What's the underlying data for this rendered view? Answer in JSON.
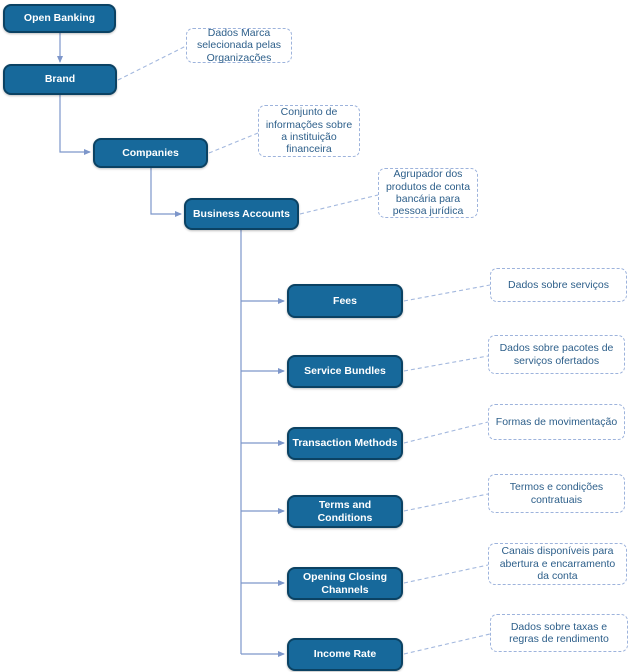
{
  "diagram": {
    "nodes": [
      {
        "id": "open-banking",
        "label": "Open Banking"
      },
      {
        "id": "brand",
        "label": "Brand"
      },
      {
        "id": "companies",
        "label": "Companies"
      },
      {
        "id": "business-accounts",
        "label": "Business Accounts"
      },
      {
        "id": "fees",
        "label": "Fees"
      },
      {
        "id": "service-bundles",
        "label": "Service Bundles"
      },
      {
        "id": "transaction-methods",
        "label": "Transaction Methods"
      },
      {
        "id": "terms-and-conditions",
        "label": "Terms and Conditions"
      },
      {
        "id": "opening-closing-channels",
        "label": "Opening Closing Channels"
      },
      {
        "id": "income-rate",
        "label": "Income Rate"
      }
    ],
    "annotations": [
      {
        "for": "Brand",
        "text": "Dados Marca selecionada pelas Organizações"
      },
      {
        "for": "Companies",
        "text": "Conjunto de informações sobre a instituição financeira"
      },
      {
        "for": "Business Accounts",
        "text": "Agrupador dos produtos de conta bancária para pessoa jurídica"
      },
      {
        "for": "Fees",
        "text": "Dados sobre serviços"
      },
      {
        "for": "Service Bundles",
        "text": "Dados sobre pacotes de serviços ofertados"
      },
      {
        "for": "Transaction Methods",
        "text": "Formas de movimentação"
      },
      {
        "for": "Terms and Conditions",
        "text": "Termos e condições contratuais"
      },
      {
        "for": "Opening Closing Channels",
        "text": "Canais disponíveis para abertura e encarramento da conta"
      },
      {
        "for": "Income Rate",
        "text": "Dados sobre taxas e regras de rendimento"
      }
    ],
    "colors": {
      "node_fill": "#17699b",
      "node_border": "#0b4263",
      "node_text": "#ffffff",
      "annotation_border": "#9db3dc",
      "annotation_text": "#2d5f8a",
      "tree_connector": "#7d96ca",
      "annotation_connector": "#a3b8de",
      "background": "#ffffff"
    }
  }
}
